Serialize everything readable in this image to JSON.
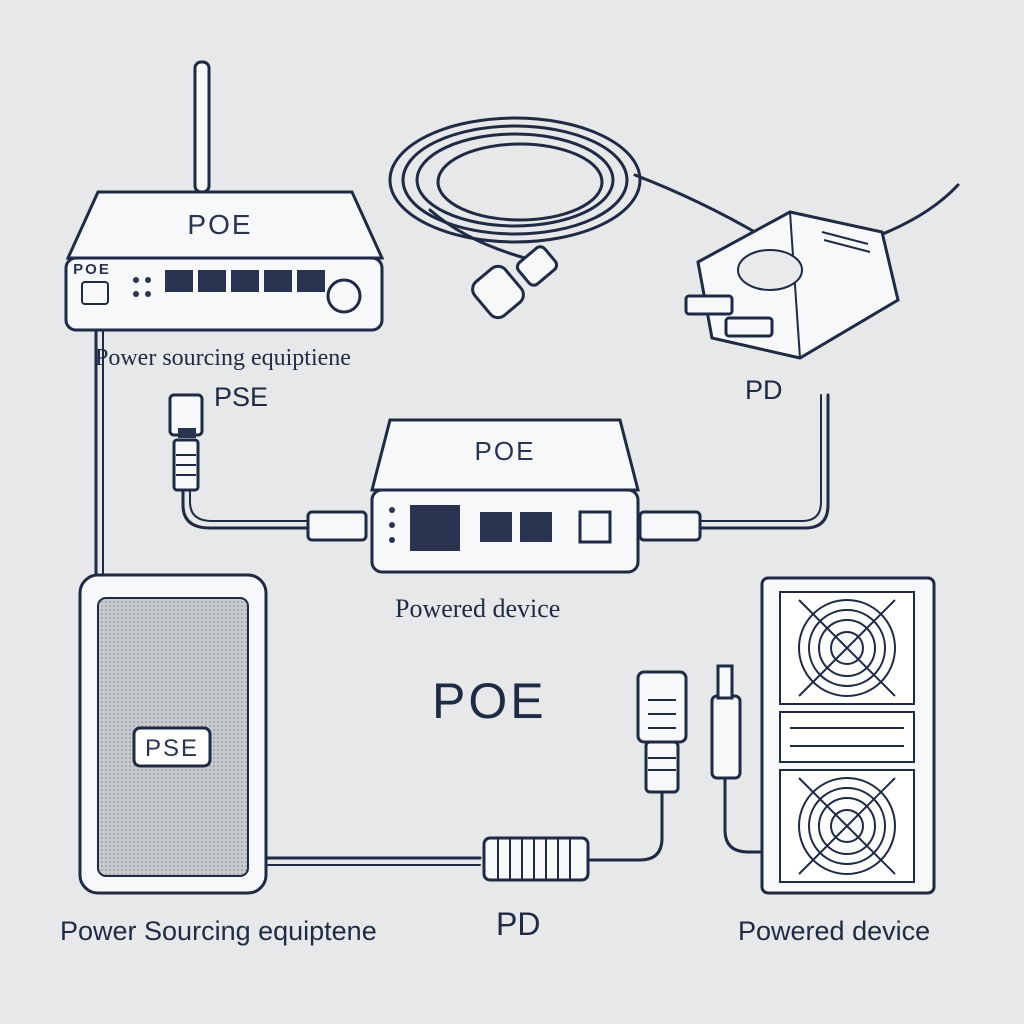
{
  "diagram": {
    "center_title": "POE",
    "devices": {
      "top_router_label": "POE",
      "top_router_badge": "POE",
      "middle_injector_label": "POE",
      "tower_badge": "PSE"
    },
    "labels": {
      "top_left_caption": "Power sourcing equiptiene",
      "top_left_role": "PSE",
      "top_right_role": "PD",
      "middle_caption": "Powered device",
      "bottom_left_caption": "Power Sourcing equiptene",
      "bottom_middle_role": "PD",
      "bottom_right_caption": "Powered device"
    }
  },
  "colors": {
    "background": "#e6e8e9",
    "ink": "#1f2a44",
    "device_fill": "#f7f8f9",
    "port_fill": "#2a3350"
  }
}
